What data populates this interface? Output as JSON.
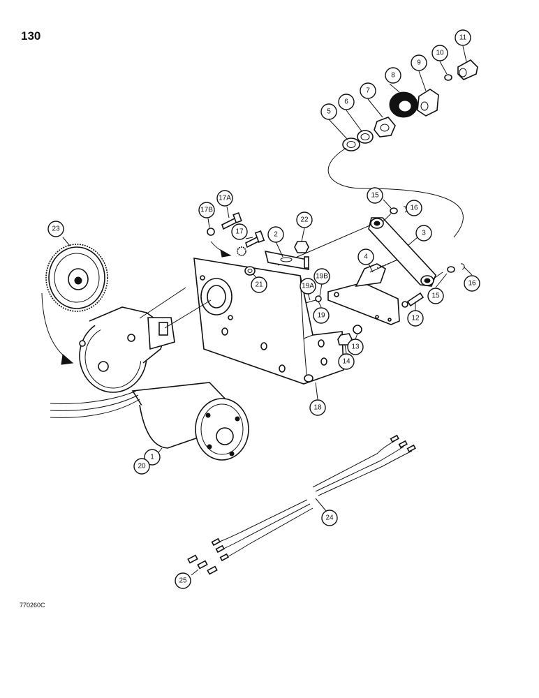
{
  "page_number": "130",
  "figure_code": "770260C",
  "callouts": [
    {
      "id": "c1",
      "label": "1"
    },
    {
      "id": "c2",
      "label": "2"
    },
    {
      "id": "c3",
      "label": "3"
    },
    {
      "id": "c4",
      "label": "4"
    },
    {
      "id": "c5",
      "label": "5"
    },
    {
      "id": "c6",
      "label": "6"
    },
    {
      "id": "c7",
      "label": "7"
    },
    {
      "id": "c8",
      "label": "8"
    },
    {
      "id": "c9",
      "label": "9"
    },
    {
      "id": "c10",
      "label": "10"
    },
    {
      "id": "c11",
      "label": "11"
    },
    {
      "id": "c12",
      "label": "12"
    },
    {
      "id": "c13",
      "label": "13"
    },
    {
      "id": "c14",
      "label": "14"
    },
    {
      "id": "c15a",
      "label": "15"
    },
    {
      "id": "c15b",
      "label": "15"
    },
    {
      "id": "c16a",
      "label": "16"
    },
    {
      "id": "c16b",
      "label": "16"
    },
    {
      "id": "c17",
      "label": "17"
    },
    {
      "id": "c17A",
      "label": "17A"
    },
    {
      "id": "c17B",
      "label": "17B"
    },
    {
      "id": "c18",
      "label": "18"
    },
    {
      "id": "c19",
      "label": "19"
    },
    {
      "id": "c19A",
      "label": "19A"
    },
    {
      "id": "c19B",
      "label": "19B"
    },
    {
      "id": "c20",
      "label": "20"
    },
    {
      "id": "c21",
      "label": "21"
    },
    {
      "id": "c22",
      "label": "22"
    },
    {
      "id": "c23",
      "label": "23"
    },
    {
      "id": "c24",
      "label": "24"
    },
    {
      "id": "c25",
      "label": "25"
    }
  ]
}
